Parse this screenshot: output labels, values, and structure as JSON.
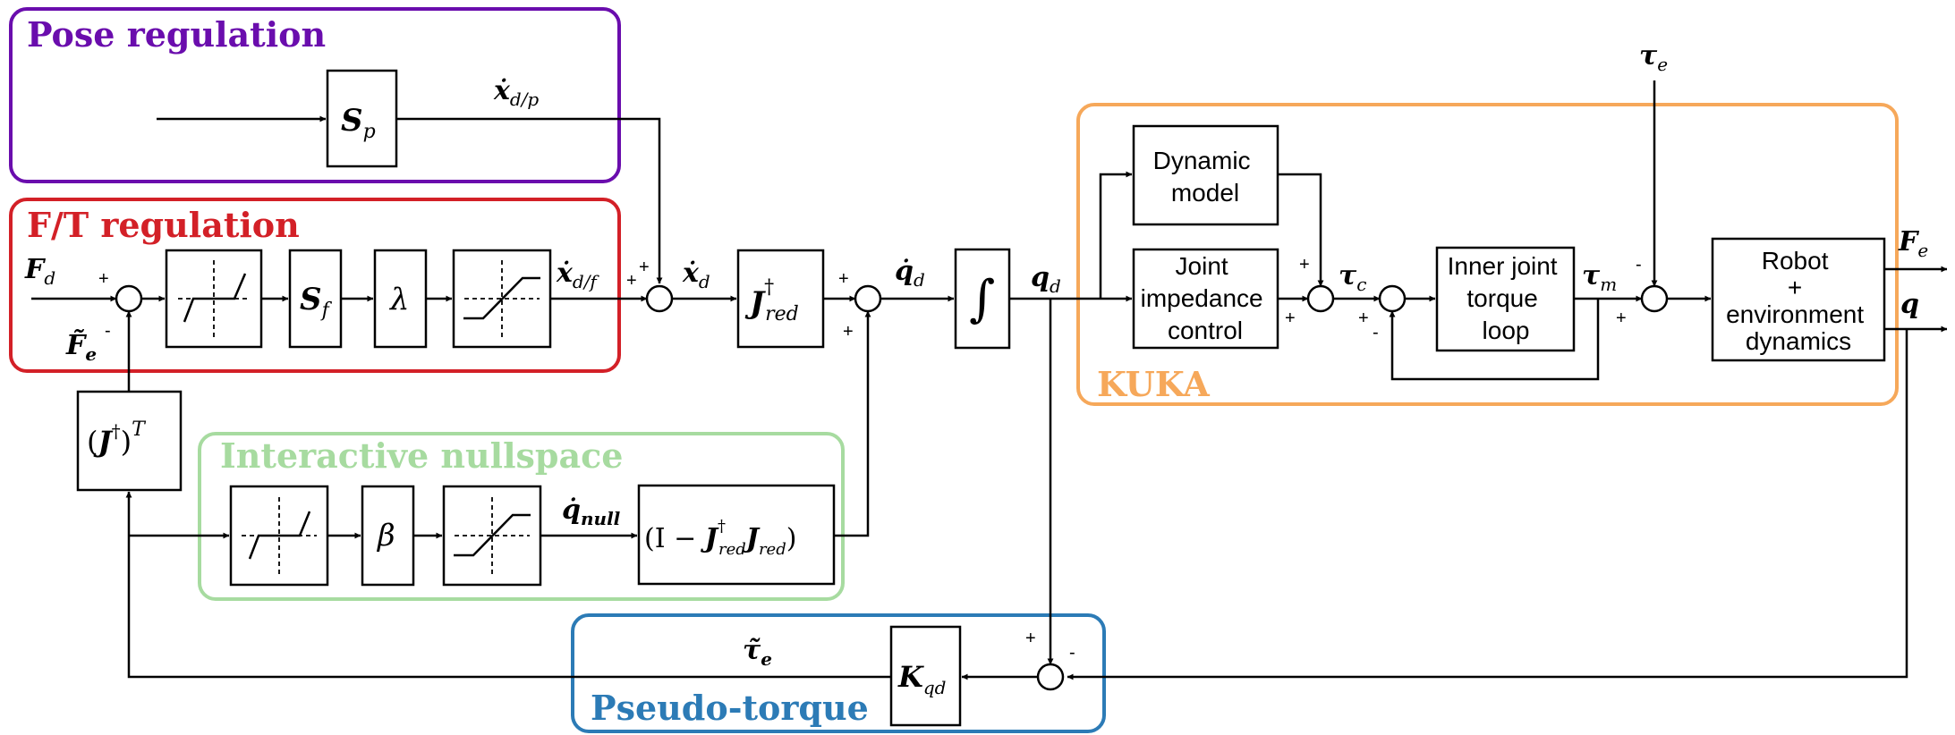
{
  "groups": {
    "pose": {
      "title": "Pose regulation",
      "color": "#6a0dad"
    },
    "ft": {
      "title": "F/T regulation",
      "color": "#d32027"
    },
    "nullspace": {
      "title": "Interactive nullspace",
      "color": "#a7dba0"
    },
    "pseudo": {
      "title": "Pseudo-torque",
      "color": "#2c7bb6"
    },
    "kuka": {
      "title": "KUKA",
      "color": "#f6a85a"
    }
  },
  "blocks": {
    "sp": {
      "main": "S",
      "sub": "p"
    },
    "sf": {
      "main": "S",
      "sub": "f"
    },
    "lambda": "λ",
    "beta": "β",
    "jred_pinv": {
      "main": "J",
      "sup": "†",
      "sub": "red"
    },
    "jt": {
      "pre": "(",
      "main": "J",
      "sup": "†",
      "post": ")",
      "sup2": "T"
    },
    "nullproj": {
      "pre": "(I − ",
      "j1": "J",
      "sup": "†",
      "sub1": "red",
      "j2": "J",
      "sub2": "red",
      "post": ")"
    },
    "integrator": "∫",
    "kqd": {
      "main": "K",
      "sub": "qd"
    },
    "dynamic_model": [
      "Dynamic",
      "model"
    ],
    "joint_impedance": [
      "Joint",
      "impedance",
      "control"
    ],
    "inner_loop": [
      "Inner joint",
      "torque",
      "loop"
    ],
    "robot": [
      "Robot",
      "+",
      "environment",
      "dynamics"
    ]
  },
  "signals": {
    "xdot_dp": {
      "main": "ẋ",
      "sub": "d/p"
    },
    "xdot_df": {
      "main": "ẋ",
      "sub": "d/f"
    },
    "xdot_d": {
      "main": "ẋ",
      "sub": "d"
    },
    "qdot_d": {
      "main": "q̇",
      "sub": "d"
    },
    "q_d": {
      "main": "q",
      "sub": "d"
    },
    "qdot_null": {
      "main": "q̇",
      "sub": "null"
    },
    "F_d": {
      "main": "F",
      "sub": "d"
    },
    "F_e_tilde": {
      "main": "F̃",
      "sub": "e"
    },
    "tau_e_tilde": {
      "main": "τ̃",
      "sub": "e"
    },
    "tau_c": {
      "main": "τ",
      "sub": "c"
    },
    "tau_m": {
      "main": "τ",
      "sub": "m"
    },
    "tau_e": {
      "main": "τ",
      "sub": "e"
    },
    "F_e": {
      "main": "F",
      "sub": "e"
    },
    "q": {
      "main": "q"
    }
  },
  "signs": {
    "plus": "+",
    "minus": "-"
  }
}
